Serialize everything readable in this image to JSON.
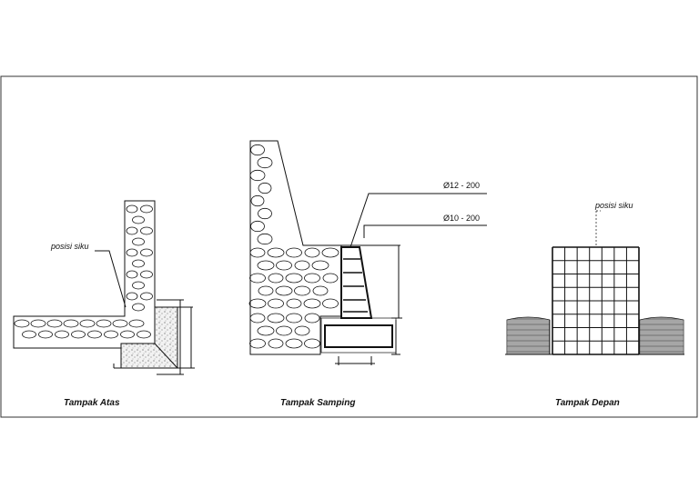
{
  "views": {
    "top": {
      "title": "Tampak Atas",
      "note": "posisi siku"
    },
    "side": {
      "title": "Tampak Samping",
      "rebar_top": "Ø12 - 200",
      "rebar_bottom": "Ø10 - 200"
    },
    "front": {
      "title": "Tampak Depan",
      "note": "posisi siku"
    }
  },
  "colors": {
    "line": "#111111",
    "concrete_fill": "#dcdcdc",
    "frame": "#333333"
  }
}
